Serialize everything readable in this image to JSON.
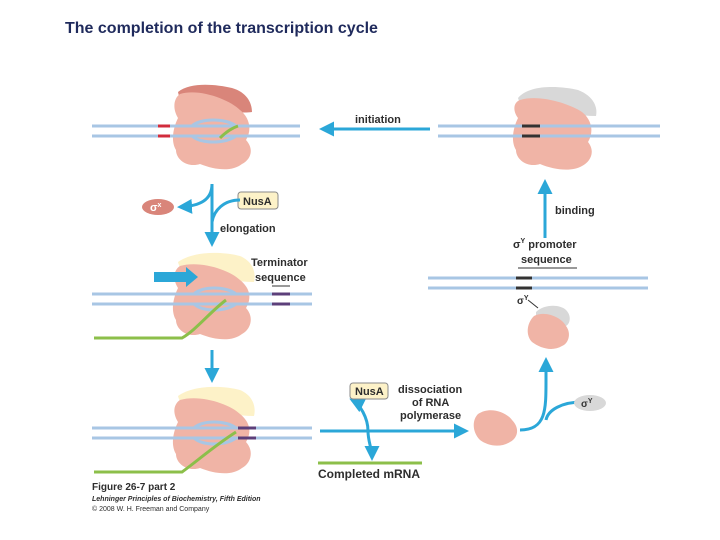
{
  "title": "The completion of the transcription cycle",
  "labels": {
    "initiation": "initiation",
    "binding": "binding",
    "elongation": "elongation",
    "nusa_top": "NusA",
    "nusa_bottom": "NusA",
    "sigma_x": "σ",
    "sigma_x_sup": "x",
    "sigma_y_promoter_1": "σ",
    "sigma_y_promoter_sup": "Y",
    "sigma_y_promoter_2": " promoter",
    "sigma_y_promoter_3": "sequence",
    "sigma_y_mid": "σ",
    "sigma_y_mid_sup": "Y",
    "sigma_y_right": "σ",
    "sigma_y_right_sup": "Y",
    "terminator_1": "Terminator",
    "terminator_2": "sequence",
    "dissociation_1": "dissociation",
    "dissociation_2": "of RNA",
    "dissociation_3": "polymerase",
    "completed_mrna": "Completed mRNA"
  },
  "caption": {
    "figure": "Figure 26-7 part 2",
    "book": "Lehninger Principles of Biochemistry, Fifth Edition",
    "copyright": "© 2008 W. H. Freeman and Company"
  },
  "colors": {
    "dna": "#a8c6e4",
    "rna": "#8cbf4a",
    "polymerase": "#f0b4a6",
    "sigma_x": "#d9857a",
    "sigma_y": "#d8d8d8",
    "nusa_fill": "#fdf2c8",
    "nusa_border": "#8a8a8a",
    "arrow": "#2ba7d8",
    "promoter": "#555555",
    "terminator": "#5c3f7a",
    "title": "#1f2a5c"
  }
}
